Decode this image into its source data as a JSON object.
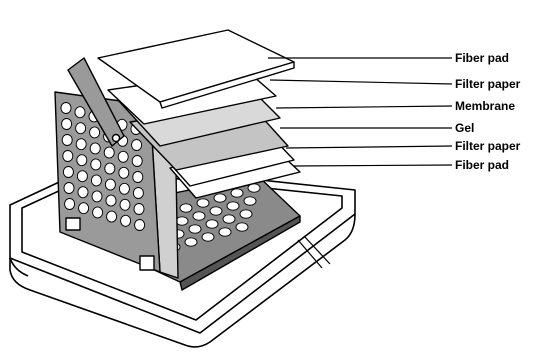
{
  "labels": [
    {
      "id": "fiber-pad-top",
      "text": "Fiber pad"
    },
    {
      "id": "filter-paper-top",
      "text": "Filter paper"
    },
    {
      "id": "membrane",
      "text": "Membrane"
    },
    {
      "id": "gel",
      "text": "Gel"
    },
    {
      "id": "filter-paper-bottom",
      "text": "Filter paper"
    },
    {
      "id": "fiber-pad-bottom",
      "text": "Fiber pad"
    }
  ],
  "colors": {
    "line": "#000000",
    "background": "#ffffff",
    "membrane": "#d9d9d9",
    "gel": "#c4c4c4",
    "cassette_base": "#8a8a8a",
    "cassette_face": "#9a9a9a"
  }
}
